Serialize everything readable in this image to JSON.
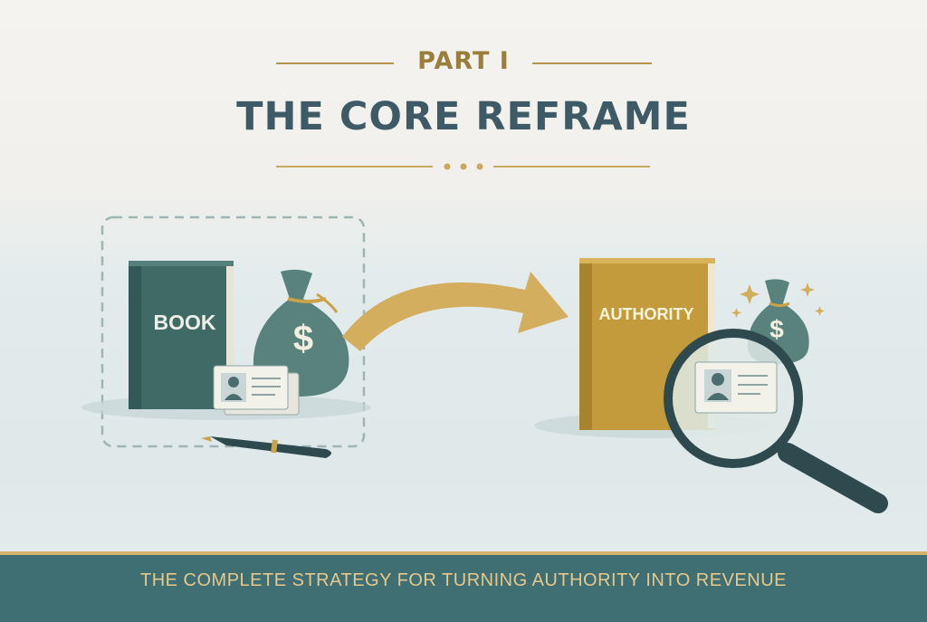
{
  "header": {
    "part_label": "PART I",
    "title": "THE CORE REFRAME"
  },
  "illustration": {
    "left_book_label": "BOOK",
    "right_book_label": "AUTHORITY",
    "bag_symbol": "$",
    "colors": {
      "teal": "#3f6a66",
      "gold": "#c9a24a",
      "navy": "#3d5a66"
    }
  },
  "footer": {
    "tagline": "THE COMPLETE STRATEGY FOR TURNING AUTHORITY INTO REVENUE"
  }
}
